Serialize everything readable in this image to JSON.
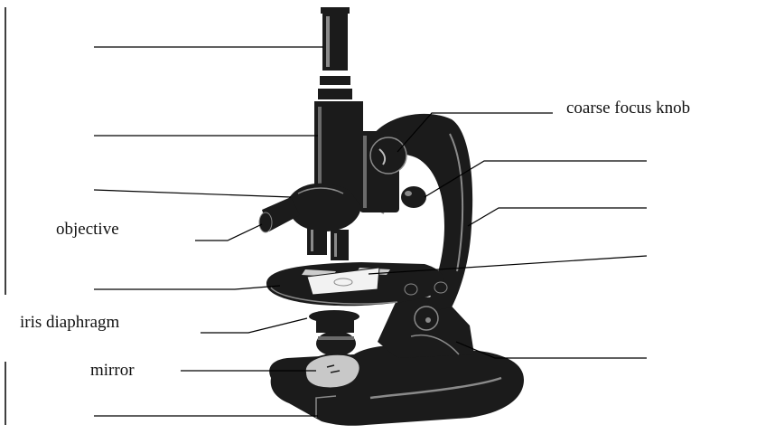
{
  "labels": {
    "coarse_focus_knob": "coarse focus knob",
    "objective": "objective",
    "iris_diaphragm": "iris diaphragm",
    "mirror": "mirror"
  },
  "colors": {
    "body": "#1b1b1b",
    "highlight": "#8a8a8a",
    "stage_glass": "#f2f2f2",
    "line": "#000000"
  }
}
